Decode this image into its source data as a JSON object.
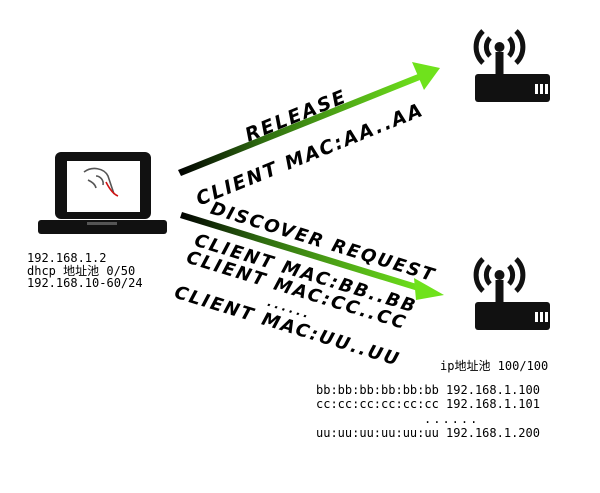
{
  "laptop": {
    "ip": "192.168.1.2",
    "dhcp_pool": "dhcp 地址池 0/50",
    "range": "192.168.10-60/24"
  },
  "arrows": {
    "release": {
      "title": "RELEASE",
      "client": "CLIENT MAC:AA..AA"
    },
    "discover": {
      "title": "DISCOVER REQUEST",
      "clients": [
        "CLIENT MAC:BB..BB",
        "CLIENT MAC:CC..CC"
      ],
      "dots": "......",
      "last": "CLIENT MAC:UU..UU"
    }
  },
  "server": {
    "pool_title": "ip地址池 100/100",
    "leases": [
      "bb:bb:bb:bb:bb:bb 192.168.1.100",
      "cc:cc:cc:cc:cc:cc 192.168.1.101"
    ],
    "dots": "......",
    "last_lease": "uu:uu:uu:uu:uu:uu 192.168.1.200"
  },
  "colors": {
    "arrow_green": "#6fe21c",
    "arrow_dark": "#1b1b1b",
    "device_black": "#111111"
  }
}
